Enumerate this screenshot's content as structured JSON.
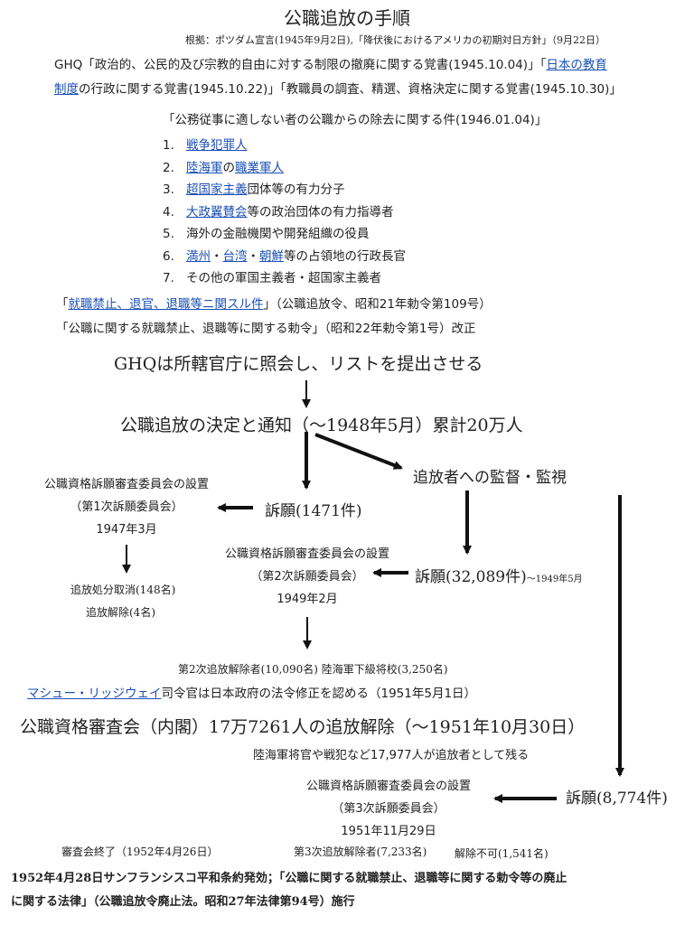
{
  "title": "公職追放の手順",
  "basis": "根拠：ポツダム宣言(1945年9月2日),「降伏後におけるアメリカの初期対日方針」（9月22日）",
  "memo_line1": [
    {
      "text": "GHQ「政治的、公民的及び宗教的自由に対する制限の撤廃に関する覚書(1945.10.04)」「",
      "link": false
    },
    {
      "text": "日本の教育",
      "link": true
    }
  ],
  "memo_line2": [
    {
      "text": "制度",
      "link": true
    },
    {
      "text": "の行政に関する覚書(1945.10.22)」「教職員の調査、精選、資格決定に関する覚書(1945.10.30)」",
      "link": false
    }
  ],
  "order_title": "「公務従事に適しない者の公職からの除去に関する件(1946.01.04)」",
  "categories": [
    {
      "num": "1.",
      "parts": [
        {
          "text": "戦争犯罪人",
          "link": true
        }
      ]
    },
    {
      "num": "2.",
      "parts": [
        {
          "text": "陸海軍",
          "link": true
        },
        {
          "text": "の",
          "link": false
        },
        {
          "text": "職業軍人",
          "link": true
        }
      ]
    },
    {
      "num": "3.",
      "parts": [
        {
          "text": "超国家主義",
          "link": true
        },
        {
          "text": "団体等の有力分子",
          "link": false
        }
      ]
    },
    {
      "num": "4.",
      "parts": [
        {
          "text": "大政翼賛会",
          "link": true
        },
        {
          "text": "等の政治団体の有力指導者",
          "link": false
        }
      ]
    },
    {
      "num": "5.",
      "parts": [
        {
          "text": "海外の金融機関や開発組織の役員",
          "link": false
        }
      ]
    },
    {
      "num": "6.",
      "parts": [
        {
          "text": "満州",
          "link": true
        },
        {
          "text": "・",
          "link": false
        },
        {
          "text": "台湾",
          "link": true
        },
        {
          "text": "・",
          "link": false
        },
        {
          "text": "朝鮮",
          "link": true
        },
        {
          "text": "等の占領地の行政長官",
          "link": false
        }
      ]
    },
    {
      "num": "7.",
      "parts": [
        {
          "text": "その他の軍国主義者・超国家主義者",
          "link": false
        }
      ]
    }
  ],
  "edict1": [
    {
      "text": "「",
      "link": false
    },
    {
      "text": "就職禁止、退官、退職等ニ関スル件",
      "link": true
    },
    {
      "text": "」（公職追放令、昭和21年勅令第109号）",
      "link": false
    }
  ],
  "edict2": "「公職に関する就職禁止、退職等に関する勅令」（昭和22年勅令第1号）改正",
  "ghq_list": "GHQは所轄官庁に照会し、リストを提出させる",
  "decision": "公職追放の決定と通知（〜1948年5月）累計20万人",
  "surveillance": "追放者への監督・監視",
  "petition1": "訴願(1471件)",
  "committee1": {
    "line1": "公職資格訴願審査委員会の設置",
    "line2": "（第1次訴願委員会）",
    "date": "1947年3月"
  },
  "result1_a": "追放処分取消(148名)",
  "result1_b": "追放解除(4名)",
  "committee2": {
    "line1": "公職資格訴願審査委員会の設置",
    "line2": "（第2次訴願委員会）",
    "date": "1949年2月"
  },
  "petition2": "訴願(32,089件)",
  "petition2_note": "〜1949年5月",
  "release2": "第2次追放解除者(10,090名)  陸海軍下級将校(3,250名)",
  "ridgway": [
    {
      "text": "マシュー・リッジウェイ",
      "link": true
    },
    {
      "text": "司令官は日本政府の法令修正を認める（1951年5月1日）",
      "link": false
    }
  ],
  "cabinet_release": "公職資格審査会（内閣）17万7261人の追放解除（〜1951年10月30日）",
  "remaining": "陸海軍将官や戦犯など17,977人が追放者として残る",
  "committee3": {
    "line1": "公職資格訴願審査委員会の設置",
    "line2": "（第3次訴願委員会）",
    "date": "1951年11月29日"
  },
  "petition3": "訴願(8,774件)",
  "review_end": "審査会終了（1952年4月26日）",
  "release3": "第3次追放解除者(7,233名)",
  "not_released": "解除不可(1,541名)",
  "final_line1": "1952年4月28日サンフランシスコ平和条約発効；「公職に関する就職禁止、退職等に関する勅令等の廃止",
  "final_line2": "に関する法律」（公職追放令廃止法。昭和27年法律第94号）施行"
}
